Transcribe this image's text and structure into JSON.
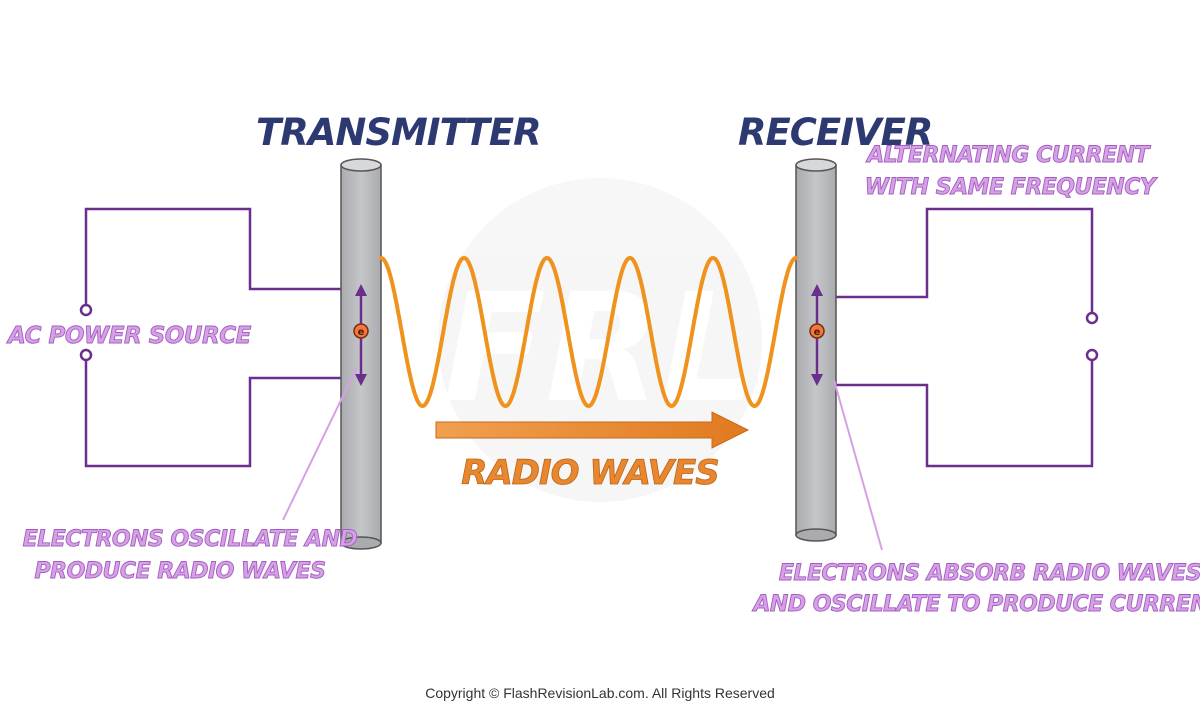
{
  "transmitter": {
    "title": "TRANSMITTER",
    "power_source_label": "AC POWER SOURCE",
    "electron_note_line1": "ELECTRONS OSCILLATE AND",
    "electron_note_line2": "PRODUCE RADIO WAVES",
    "electron_symbol": "e"
  },
  "receiver": {
    "title": "RECEIVER",
    "current_note_line1": "ALTERNATING CURRENT",
    "current_note_line2": "WITH SAME FREQUENCY",
    "electron_note_line1": "ELECTRONS ABSORB RADIO WAVES",
    "electron_note_line2": "AND OSCILLATE TO PRODUCE CURRENT",
    "electron_symbol": "e"
  },
  "wave": {
    "label": "RADIO WAVES",
    "color": "#f0921e",
    "arrow_color": "#e8872d"
  },
  "colors": {
    "circuit": "#6b2e8c",
    "antenna": "#bcbec0",
    "title": "#2d3a72",
    "note": "#d7a0e6"
  },
  "footer": {
    "copyright": "Copyright © FlashRevisionLab.com. All Rights Reserved"
  }
}
